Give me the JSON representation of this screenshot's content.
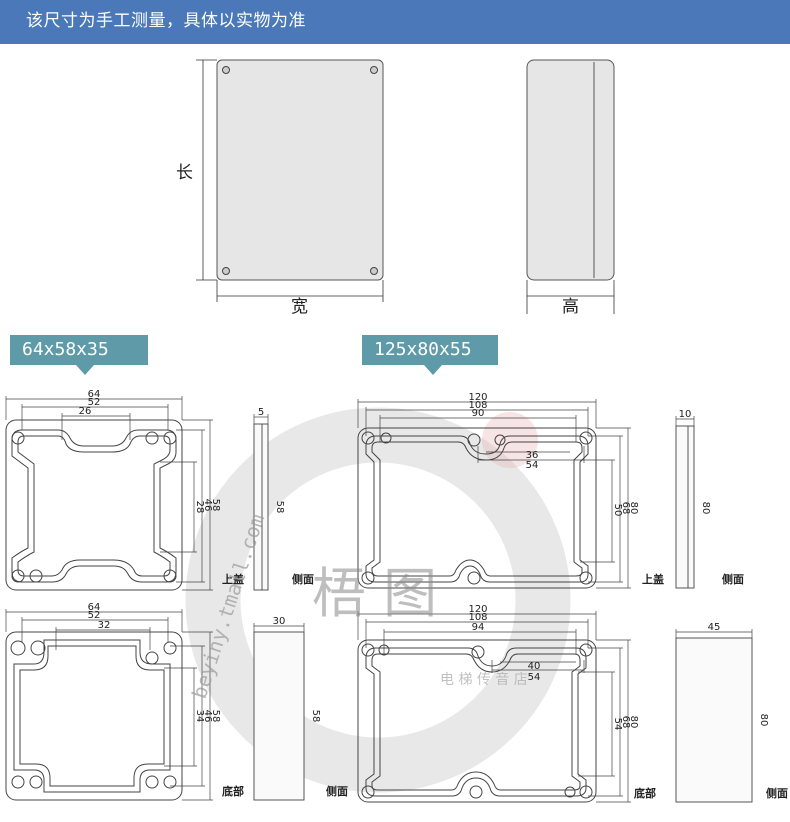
{
  "header": {
    "note": "该尺寸为手工测量，具体以实物为准",
    "banner_color": "#4a78b8"
  },
  "illustration": {
    "length_label": "长",
    "width_label": "宽",
    "height_label": "高"
  },
  "model_small": {
    "title": "64x58x35",
    "lid": {
      "widths": [
        "64",
        "52",
        "26"
      ],
      "heights": [
        "58",
        "46",
        "28"
      ],
      "label": "上盖"
    },
    "lid_side": {
      "thickness": "5",
      "height": "58",
      "label": "侧面"
    },
    "base": {
      "widths": [
        "64",
        "52",
        "32"
      ],
      "heights": [
        "58",
        "46",
        "34"
      ],
      "label": "底部"
    },
    "base_side": {
      "thickness": "30",
      "height": "58",
      "label": "侧面"
    }
  },
  "model_large": {
    "title": "125x80x55",
    "lid": {
      "widths": [
        "120",
        "108",
        "90"
      ],
      "inner_widths": [
        "36",
        "54"
      ],
      "heights": [
        "80",
        "68",
        "50"
      ],
      "label": "上盖"
    },
    "lid_side": {
      "thickness": "10",
      "height": "80",
      "label": "侧面"
    },
    "base": {
      "widths": [
        "120",
        "108",
        "94"
      ],
      "inner_widths": [
        "40",
        "54"
      ],
      "heights": [
        "80",
        "68",
        "54"
      ],
      "label": "底部"
    },
    "base_side": {
      "thickness": "45",
      "height": "80",
      "label": "侧面"
    }
  },
  "watermark": {
    "url": "beyiny.tmall.com",
    "seal": "梧 图",
    "shop": "电 梯 传 音 店"
  },
  "colors": {
    "tag": "#5f9aa8",
    "line": "#333333",
    "box_fill": "#e6e6e6"
  }
}
